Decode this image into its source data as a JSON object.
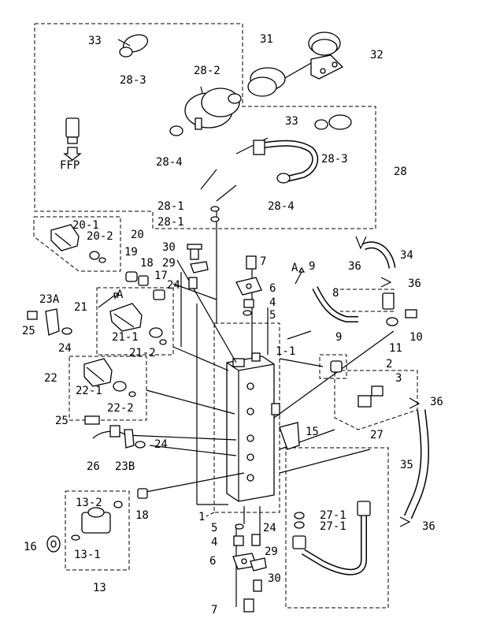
{
  "labels": {
    "l1": "1",
    "l1_1": "1-1",
    "l2": "2",
    "l3": "3",
    "l4a": "4",
    "l4b": "4",
    "l5a": "5",
    "l5b": "5",
    "l6a": "6",
    "l6b": "6",
    "l7a": "7",
    "l7b": "7",
    "l8": "8",
    "l9a": "9",
    "l9b": "9",
    "l10": "10",
    "l11": "11",
    "l13": "13",
    "l13_1": "13-1",
    "l13_2": "13-2",
    "l15": "15",
    "l16": "16",
    "l17": "17",
    "l18a": "18",
    "l18b": "18",
    "l19": "19",
    "l20": "20",
    "l20_1": "20-1",
    "l20_2": "20-2",
    "l21": "21",
    "l21_1": "21-1",
    "l21_2": "21-2",
    "l22": "22",
    "l22_1": "22-1",
    "l22_2": "22-2",
    "l23a": "23A",
    "l23b": "23B",
    "l24a": "24",
    "l24b": "24",
    "l24c": "24",
    "l24d": "24",
    "l25a": "25",
    "l25b": "25",
    "l26": "26",
    "l27": "27",
    "l27_1a": "27-1",
    "l27_1b": "27-1",
    "l28": "28",
    "l28_1a": "28-1",
    "l28_1b": "28-1",
    "l28_2": "28-2",
    "l28_3a": "28-3",
    "l28_3b": "28-3",
    "l28_4a": "28-4",
    "l28_4b": "28-4",
    "l29a": "29",
    "l29b": "29",
    "l30a": "30",
    "l30b": "30",
    "l31": "31",
    "l32": "32",
    "l33a": "33",
    "l33b": "33",
    "l34": "34",
    "l35": "35",
    "l36a": "36",
    "l36b": "36",
    "l36c": "36",
    "l36d": "36",
    "ffp": "FFP",
    "arrowA1": "A",
    "arrowA2": "A"
  }
}
